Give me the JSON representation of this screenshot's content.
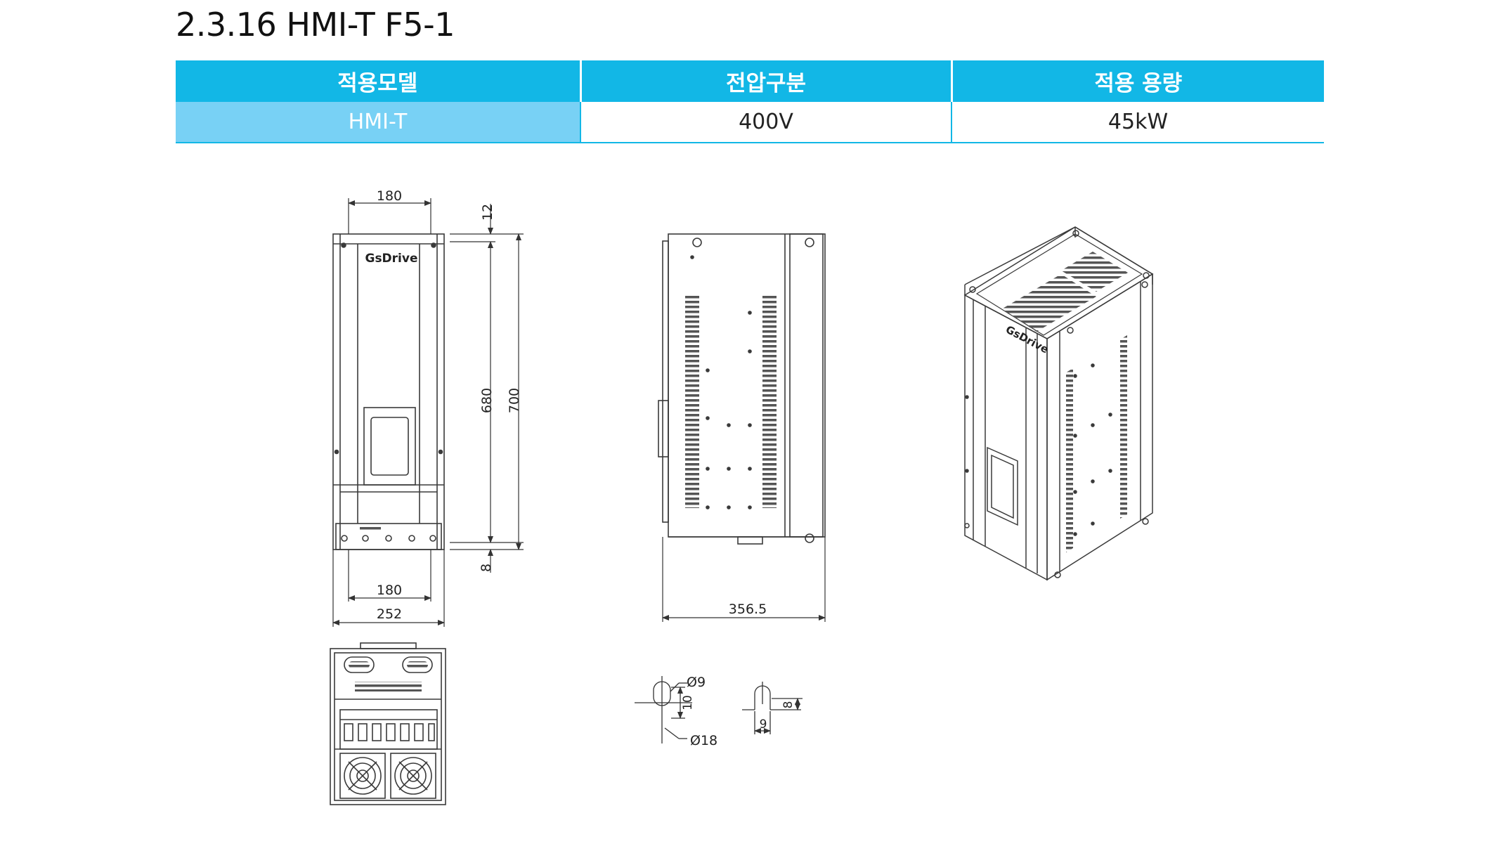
{
  "title": "2.3.16 HMI-T F5-1",
  "table": {
    "headers": [
      "적용모델",
      "전압구분",
      "적용 용량"
    ],
    "row": [
      "HMI-T",
      "400V",
      "45kW"
    ]
  },
  "front_view": {
    "dim_top_width": "180",
    "dim_top_gap": "12",
    "dim_inner_height": "680",
    "dim_total_height": "700",
    "dim_bottom_gap": "8",
    "dim_bottom_inner": "180",
    "dim_bottom_total": "252",
    "logo_text": "GsDrive"
  },
  "side_view": {
    "dim_depth": "356.5"
  },
  "iso_view": {
    "logo_text": "GsDrive"
  },
  "hole_detail": {
    "dia_small": "Ø9",
    "dim_height": "10",
    "dia_large": "Ø18"
  },
  "slot_detail": {
    "dim_height": "8",
    "dim_width": "9"
  },
  "colors": {
    "header_bg": "#12b7e6",
    "model_cell_bg": "#78d1f5",
    "line": "#3a3a3a"
  }
}
